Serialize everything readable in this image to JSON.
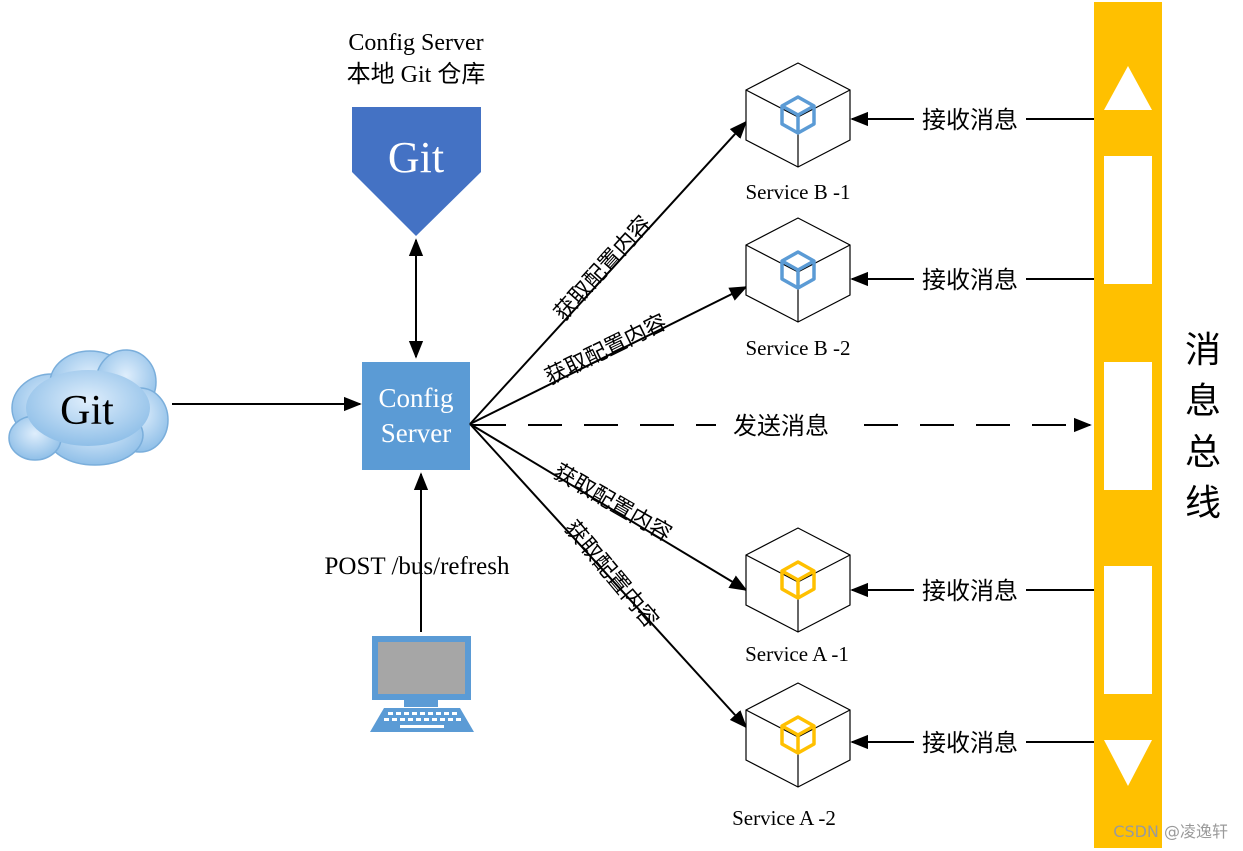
{
  "local_git": {
    "title_line1": "Config Server",
    "title_line2": "本地 Git 仓库",
    "label": "Git",
    "color": "#4472C4"
  },
  "remote_git": {
    "label": "Git"
  },
  "config_server": {
    "line1": "Config",
    "line2": "Server",
    "color": "#5B9BD5"
  },
  "post_label": "POST /bus/refresh",
  "fetch_label": "获取配置内容",
  "send_label": "发送消息",
  "receive_label": "接收消息",
  "services": [
    {
      "name": "Service B -1",
      "cube_color": "#5B9BD5"
    },
    {
      "name": "Service B -2",
      "cube_color": "#5B9BD5"
    },
    {
      "name": "Service A -1",
      "cube_color": "#FFC000"
    },
    {
      "name": "Service A -2",
      "cube_color": "#FFC000"
    }
  ],
  "bus": {
    "chars": [
      "消",
      "息",
      "总",
      "线"
    ],
    "color": "#FFC000"
  },
  "watermark": "CSDN @凌逸轩"
}
